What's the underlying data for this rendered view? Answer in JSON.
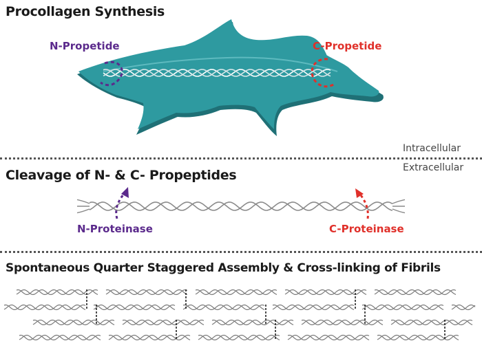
{
  "sections": {
    "synthesis_title": "Procollagen Synthesis",
    "cleavage_title": "Cleavage of N- & C- Propeptides",
    "assembly_title": "Spontaneous Quarter Staggered Assembly & Cross-linking of Fibrils"
  },
  "labels": {
    "n_propetide": "N-Propetide",
    "c_propetide": "C-Propetide",
    "n_proteinase": "N-Proteinase",
    "c_proteinase": "C-Proteinase"
  },
  "zones": {
    "intracellular": "Intracellular",
    "extracellular": "Extracellular"
  },
  "colors": {
    "cell": "#2e9aa0",
    "cell_dark": "#1f7076",
    "n_color": "#5b2a8c",
    "c_color": "#e0302a",
    "helix": "#8a8a8a"
  }
}
